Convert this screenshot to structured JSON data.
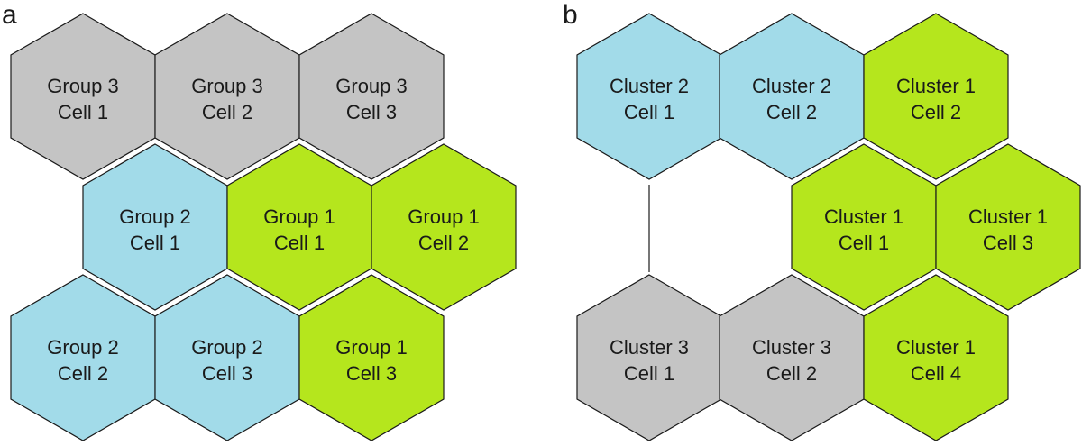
{
  "colors": {
    "gray": "#c4c4c4",
    "blue": "#a2dbe9",
    "green": "#b5e61d",
    "stroke": "#1a1a1a"
  },
  "panels": [
    {
      "letter": "a",
      "cells": [
        {
          "color": "gray",
          "line1": "Group 3",
          "line2": "Cell 1"
        },
        {
          "color": "gray",
          "line1": "Group 3",
          "line2": "Cell 2"
        },
        {
          "color": "gray",
          "line1": "Group 3",
          "line2": "Cell 3"
        },
        {
          "color": "blue",
          "line1": "Group 2",
          "line2": "Cell 1"
        },
        {
          "color": "green",
          "line1": "Group 1",
          "line2": "Cell 1"
        },
        {
          "color": "green",
          "line1": "Group 1",
          "line2": "Cell 2"
        },
        {
          "color": "blue",
          "line1": "Group 2",
          "line2": "Cell 2"
        },
        {
          "color": "blue",
          "line1": "Group 2",
          "line2": "Cell 3"
        },
        {
          "color": "green",
          "line1": "Group 1",
          "line2": "Cell 3"
        }
      ]
    },
    {
      "letter": "b",
      "cells": [
        {
          "color": "blue",
          "line1": "Cluster 2",
          "line2": "Cell 1"
        },
        {
          "color": "blue",
          "line1": "Cluster 2",
          "line2": "Cell 2"
        },
        {
          "color": "green",
          "line1": "Cluster 1",
          "line2": "Cell 2"
        },
        {
          "color": "green",
          "line1": "Cluster 1",
          "line2": "Cell 1"
        },
        {
          "color": "green",
          "line1": "Cluster 1",
          "line2": "Cell 3"
        },
        {
          "color": "gray",
          "line1": "Cluster 3",
          "line2": "Cell 1"
        },
        {
          "color": "gray",
          "line1": "Cluster 3",
          "line2": "Cell 2"
        },
        {
          "color": "green",
          "line1": "Cluster 1",
          "line2": "Cell 4"
        }
      ]
    }
  ]
}
